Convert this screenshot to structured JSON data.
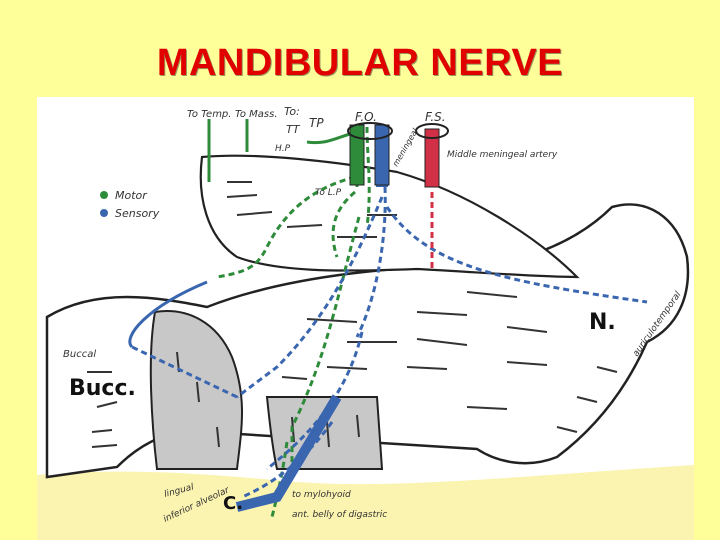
{
  "title": "MANDIBULAR NERVE",
  "legend": {
    "items": [
      {
        "label": "Motor",
        "color": "#2e8b3a"
      },
      {
        "label": "Sensory",
        "color": "#3a66b0"
      }
    ]
  },
  "labels": {
    "to_temp": "To Temp.",
    "to_mass": "To Mass.",
    "to": "To:",
    "tt": "TT",
    "tp": "TP",
    "hp": "H.P",
    "to_lp": "To L.P",
    "fo": "F.O.",
    "fs": "F.S.",
    "meningeal": "meningeal",
    "middle_meningeal": "Middle meningeal artery",
    "buccal": "Buccal",
    "bucc": "Bucc.",
    "n": "N.",
    "auriculotemporal": "auriculotemporal",
    "lingual": "lingual",
    "inferior_alveolar": "inferior alveolar",
    "c": "C.",
    "to_mylohyoid": "to mylohyoid",
    "ant_belly": "ant. belly of digastric"
  },
  "colors": {
    "background": "#ffff99",
    "title": "#e00000",
    "motor": "#2e8b3a",
    "sensory": "#3a66b0",
    "artery": "#d23046"
  }
}
